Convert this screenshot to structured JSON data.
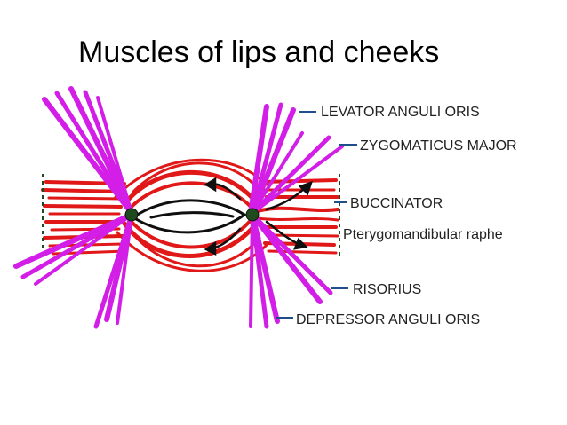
{
  "title": "Muscles of lips and cheeks",
  "labels": {
    "levator_anguli_oris": "LEVATOR ANGULI ORIS",
    "zygomaticus_major": "ZYGOMATICUS MAJOR",
    "buccinator": "BUCCINATOR",
    "pterygomandibular_raphe": "Pterygomandibular raphe",
    "risorius": "RISORIUS",
    "depressor_anguli_oris": "DEPRESSOR ANGULI ORIS"
  },
  "colors": {
    "buccinator_red": "#e01818",
    "elevator_depressor_magenta": "#d21ee6",
    "modiolus_green": "#1e4a1e",
    "leader_blue": "#1f4f8a",
    "raphe_dashed": "#1e4a1e"
  }
}
